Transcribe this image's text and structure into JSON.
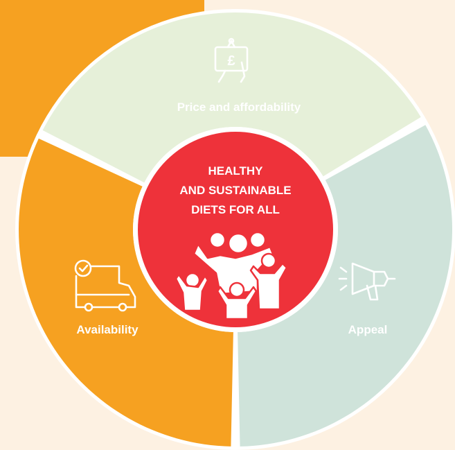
{
  "colors": {
    "background": "#fdf1e2",
    "top_segment": "#e6f0d9",
    "left_segment": "#f6a121",
    "right_segment": "#cfe3da",
    "center": "#ee323a",
    "white": "#ffffff",
    "top_label": "#ffffff",
    "deco_block": "#f6a121"
  },
  "diagram": {
    "center": {
      "title_lines": [
        "HEALTHY",
        "AND SUSTAINABLE",
        "DIETS FOR ALL"
      ],
      "icon": "people-celebrating-icon"
    },
    "segments": [
      {
        "id": "price",
        "label": "Price and affordability",
        "icon": "price-tag-pound-icon"
      },
      {
        "id": "availability",
        "label": "Availability",
        "icon": "delivery-truck-icon"
      },
      {
        "id": "appeal",
        "label": "Appeal",
        "icon": "megaphone-icon"
      }
    ]
  }
}
